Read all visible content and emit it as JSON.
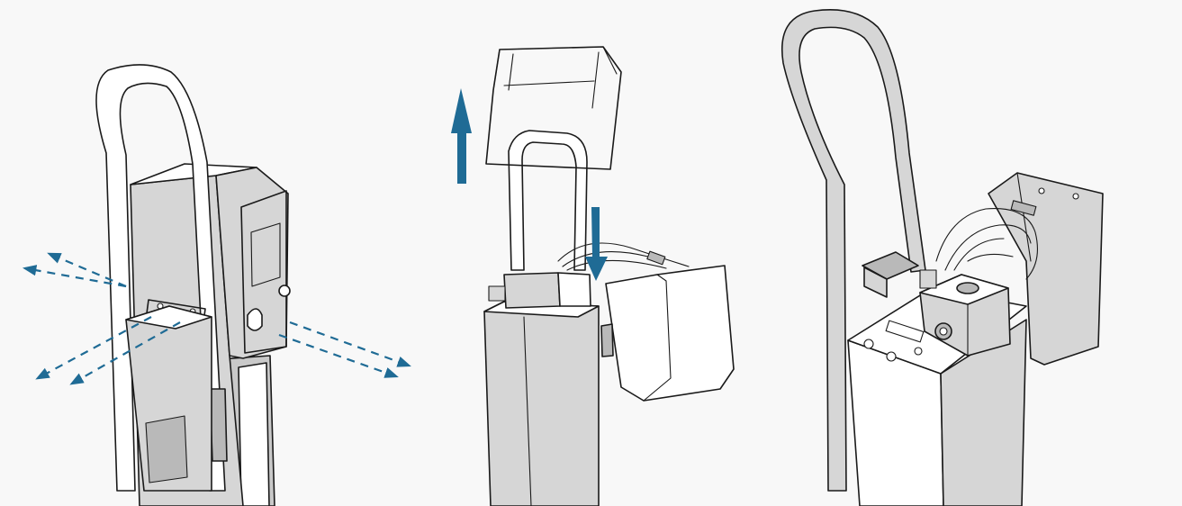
{
  "colors": {
    "background": "#f8f8f8",
    "accent": "#1f6b95",
    "panel_blue": "#a9c9dc",
    "cover_blue": "#bcd4e2",
    "body_gray": "#d6d6d6",
    "outline": "#1a1a1a"
  },
  "panels": [
    {
      "name": "panel-remove-screws",
      "arrows": [
        "arrow-left-upper",
        "arrow-left-lower-1",
        "arrow-left-lower-2",
        "arrow-right-1",
        "arrow-right-2"
      ]
    },
    {
      "name": "panel-lift-cover",
      "arrows": [
        "arrow-up",
        "arrow-down"
      ]
    },
    {
      "name": "panel-cover-removed",
      "arrows": []
    }
  ]
}
